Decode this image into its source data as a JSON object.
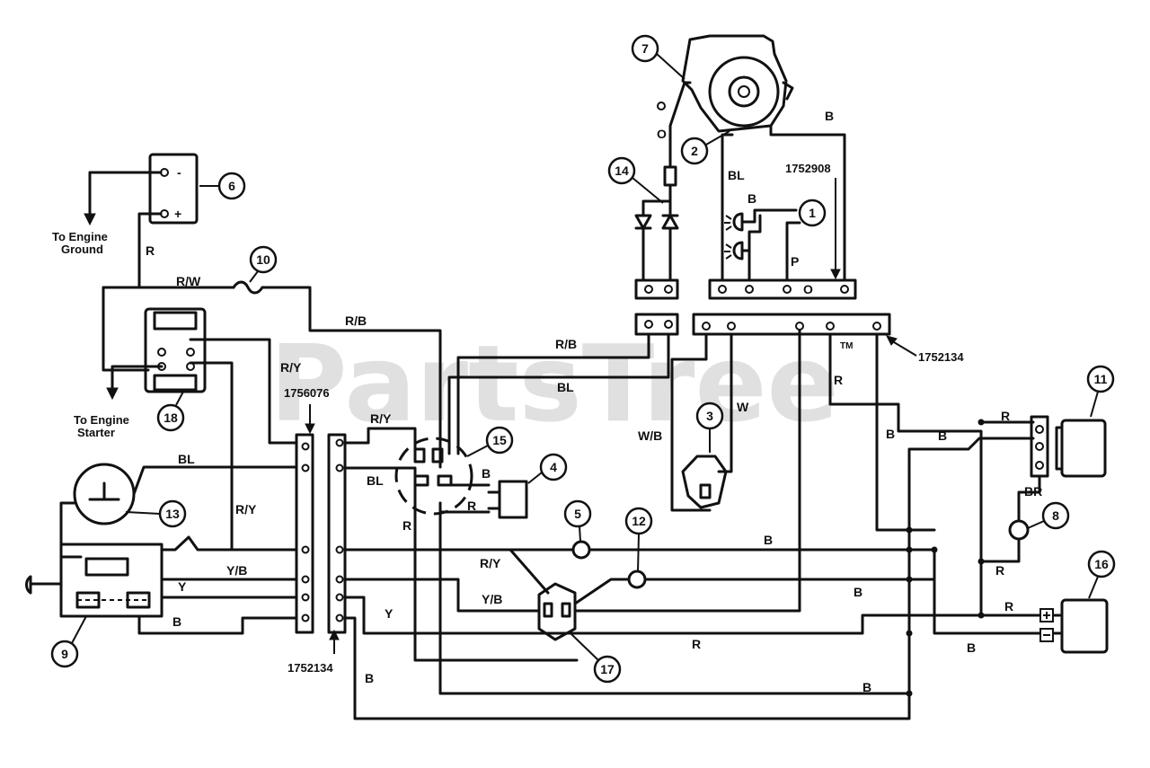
{
  "watermark": "PartsTree",
  "trademark": "TM",
  "wire_labels": {
    "red_white": "R/W",
    "red_black_top": "R/B",
    "red_black_right": "R/B",
    "red_yellow_upper": "R/Y",
    "red_yellow_mid": "R/Y",
    "red_yellow_left": "R/Y",
    "red_yellow_lower": "R/Y",
    "blue_top": "BL",
    "blue_left": "BL",
    "blue_mid": "BL",
    "blue_engine": "BL",
    "white_black": "W/B",
    "white": "W",
    "yellow_black_left": "Y/B",
    "yellow_black_mid": "Y/B",
    "yellow_left": "Y",
    "yellow_mid": "Y",
    "red_battery": "R",
    "red_switch": "R",
    "red_mid": "R",
    "red_right_top": "R",
    "red_right_col": "R",
    "red_right_low": "R",
    "red_bottom": "R",
    "red_plug": "R",
    "black_switch": "B",
    "black_top": "B",
    "black_engine": "B",
    "black_right_a": "B",
    "black_right_b": "B",
    "black_mid_a": "B",
    "black_mid_b": "B",
    "black_bottom": "B",
    "black_lower": "B",
    "black_low_left": "B",
    "black_mid_solenoid": "B",
    "brown_red": "BR",
    "pink": "P",
    "orange": "O",
    "orange_top": "O"
  },
  "text_notes": {
    "engine_ground_1": "To Engine",
    "engine_ground_2": "Ground",
    "engine_starter_1": "To Engine",
    "engine_starter_2": "Starter"
  },
  "part_numbers": {
    "engine_connector": "1752908",
    "right_connector": "1752134",
    "left_connector_a": "1756076",
    "left_connector_b": "1752134"
  },
  "battery_terminals": {
    "negative": "-",
    "positive": "+"
  },
  "callouts": [
    "1",
    "2",
    "3",
    "4",
    "5",
    "6",
    "7",
    "8",
    "9",
    "10",
    "11",
    "12",
    "13",
    "14",
    "15",
    "16",
    "17",
    "18"
  ]
}
